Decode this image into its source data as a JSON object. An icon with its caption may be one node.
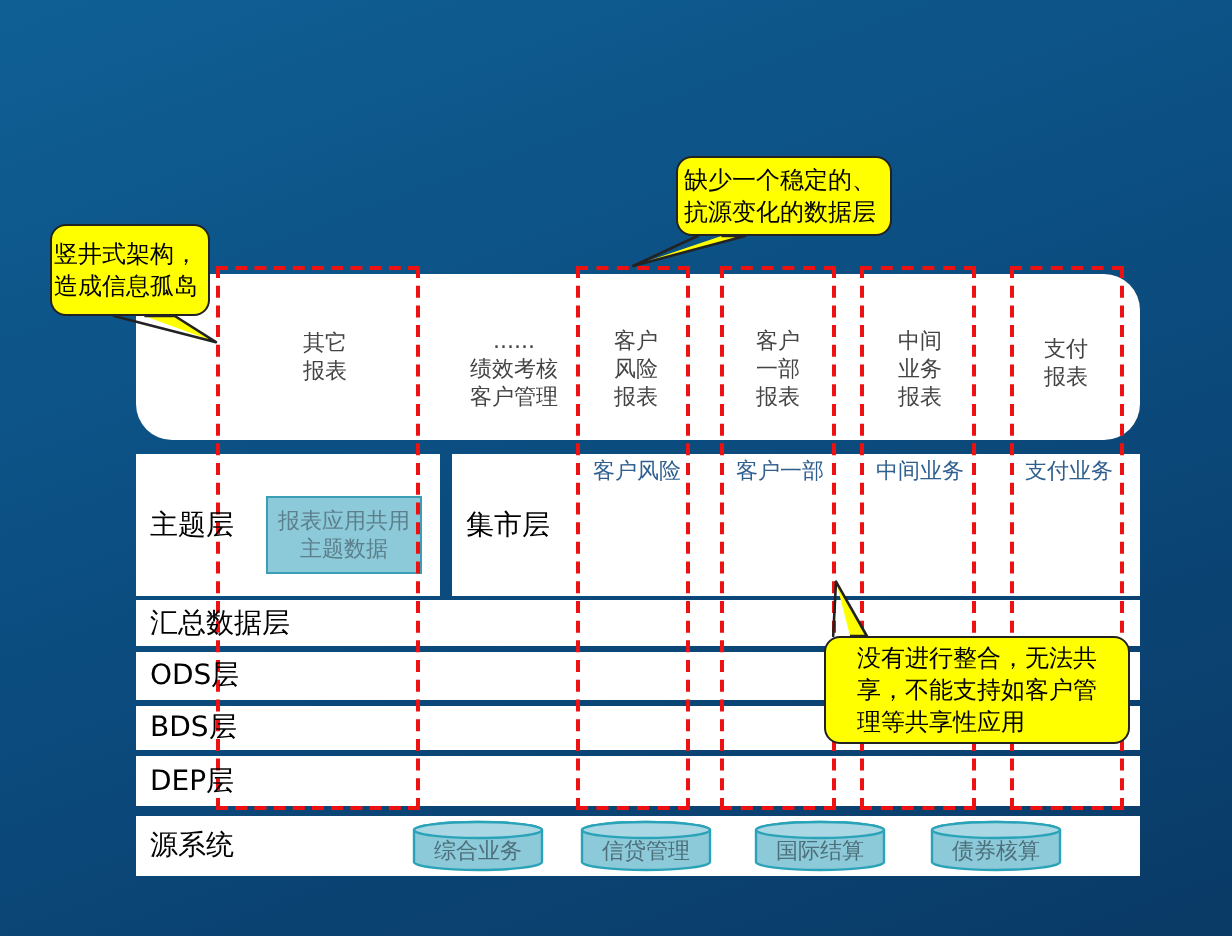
{
  "diagram": {
    "nodes": [
      {
        "text": [],
        "shape": "box"
      },
      {
        "text": [
          "其它报表"
        ]
      },
      {
        "text": [
          "......",
          "绩效考核客户管理"
        ],
        "in": 0
      },
      {
        "text": [
          "客户风险报表"
        ]
      },
      {
        "text": [
          "客户一部报表"
        ]
      },
      {
        "text": [
          "中间业务报表"
        ]
      },
      {
        "text": [
          "支付报表"
        ]
      },
      {
        "text": [
          "主题层"
        ]
      },
      {
        "text": [
          "报表应用共用主题数据"
        ]
      },
      {
        "text": [
          "集市层"
        ]
      },
      {
        "text": [
          "汇总数据层"
        ]
      },
      {
        "text": [
          "ODS层"
        ]
      },
      {
        "text": [
          "BDS层"
        ]
      },
      {
        "text": [
          "DEP层"
        ]
      },
      {
        "text": [
          "源系统"
        ]
      },
      {
        "text": [
          "综合业务"
        ],
        "in": 14
      },
      {
        "text": [
          "信贷管理"
        ],
        "in": 14
      },
      {
        "text": [
          "国际结算"
        ],
        "in": 14
      },
      {
        "text": [
          "债券核算"
        ],
        "in": 14
      },
      {
        "text": [
          "竖井式架构，造成信息孤岛"
        ]
      },
      {
        "text": [
          "缺少一个稳定的、抗源变化的数据层"
        ]
      },
      {
        "text": [
          "没有进行整合，无法共享，不能支持如客户管理等共享性应用"
        ]
      },
      {
        "text": [],
        "shape": "box"
      },
      {
        "text": [],
        "shape": "box"
      },
      {
        "text": [],
        "shape": "box"
      },
      {
        "text": [],
        "shape": "box"
      },
      {
        "text": [],
        "shape": "box"
      }
    ],
    "labels": [
      "客户风险",
      "客户一部",
      "中间业务",
      "支付业务"
    ],
    "edges": [
      {
        "from": 19,
        "to": 22,
        "arrow": "none"
      },
      {
        "from": 20,
        "to": 23,
        "arrow": "none"
      },
      {
        "from": 21,
        "to": 24,
        "arrow": "none"
      }
    ]
  }
}
